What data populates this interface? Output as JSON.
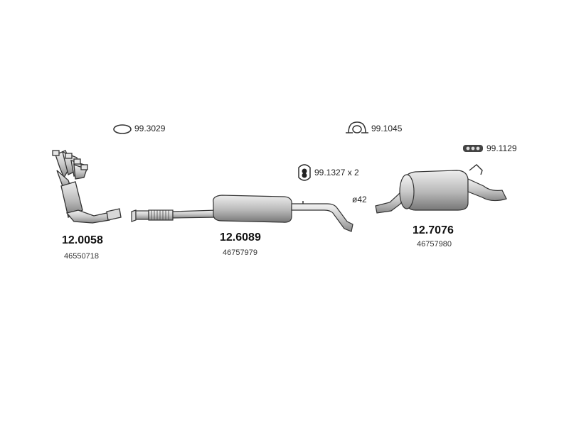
{
  "parts": [
    {
      "code": "12.0058",
      "oe_number": "46550718",
      "icon": "exhaust-manifold-catalytic-converter"
    },
    {
      "code": "12.6089",
      "oe_number": "46757979",
      "icon": "center-pipe-middle-silencer"
    },
    {
      "code": "12.7076",
      "oe_number": "46757980",
      "icon": "rear-silencer"
    }
  ],
  "accessories": [
    {
      "label": "99.3029",
      "icon": "gasket-ring"
    },
    {
      "label": "99.1045",
      "icon": "pipe-clamp"
    },
    {
      "label": "99.1327 x 2",
      "icon": "rubber-hanger"
    },
    {
      "label": "99.1129",
      "icon": "rubber-mount-strip"
    }
  ],
  "dimension": "ø42"
}
